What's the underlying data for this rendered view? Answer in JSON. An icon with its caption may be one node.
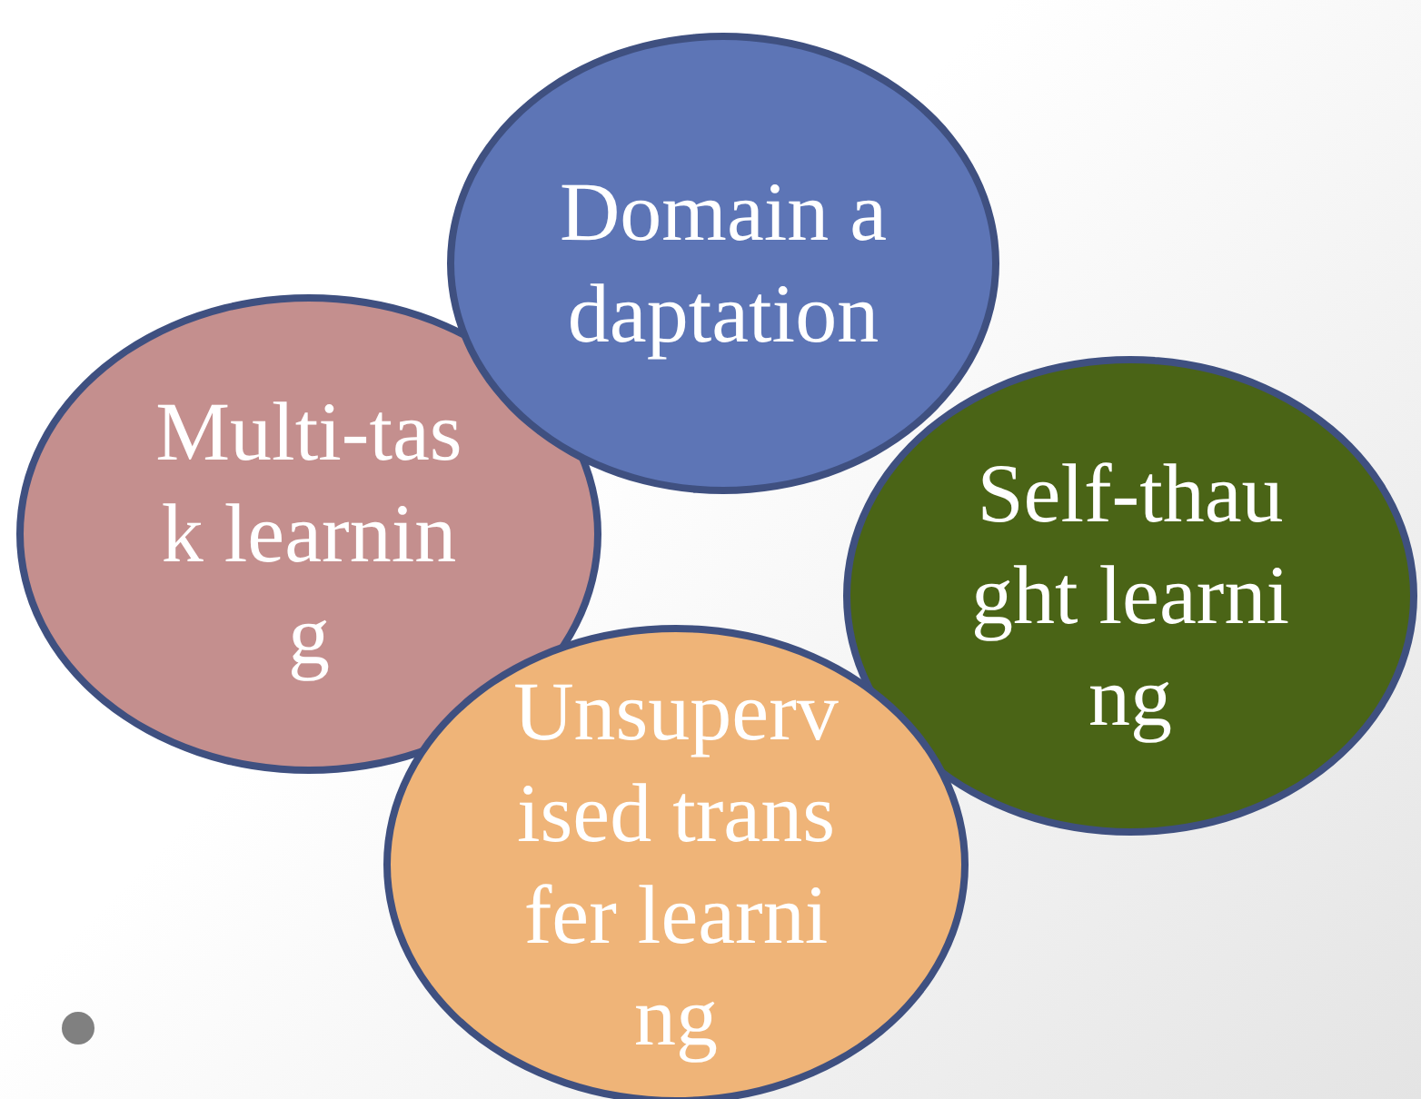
{
  "diagram": {
    "nodes": [
      {
        "text": [
          "Domain adaptation"
        ]
      },
      {
        "text": [
          "Multi-task learning"
        ]
      },
      {
        "text": [
          "Self-thaught learning"
        ]
      },
      {
        "text": [
          "Unsupervised transfer learning"
        ]
      }
    ]
  }
}
